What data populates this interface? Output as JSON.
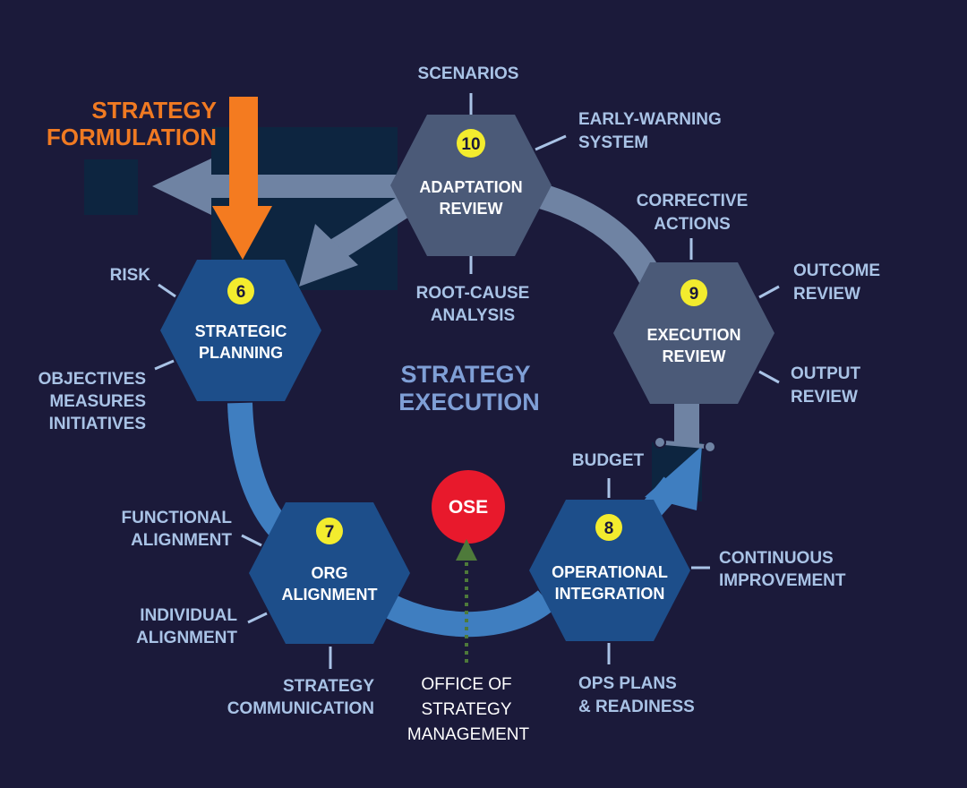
{
  "center_label": [
    "STRATEGY",
    "EXECUTION"
  ],
  "formulation_label": [
    "STRATEGY",
    "FORMULATION"
  ],
  "ose": {
    "label": "OSE",
    "description": [
      "OFFICE OF",
      "STRATEGY",
      "MANAGEMENT"
    ]
  },
  "colors": {
    "background": "#1b1a3a",
    "stage_blue": "#1d4e8a",
    "review_slate": "#4b5a78",
    "arrow_blue": "#3f7ec0",
    "arrow_slate": "#6f83a3",
    "number_badge": "#f3ec2e",
    "formulation_orange": "#f47b20",
    "ose_red": "#e8192c",
    "side_label": "#a9c3e6"
  },
  "stages": [
    {
      "number": "6",
      "title": [
        "STRATEGIC",
        "PLANNING"
      ],
      "labels": [
        [
          "RISK"
        ],
        [
          "OBJECTIVES",
          "MEASURES",
          "INITIATIVES"
        ]
      ]
    },
    {
      "number": "7",
      "title": [
        "ORG",
        "ALIGNMENT"
      ],
      "labels": [
        [
          "FUNCTIONAL",
          "ALIGNMENT"
        ],
        [
          "INDIVIDUAL",
          "ALIGNMENT"
        ],
        [
          "STRATEGY",
          "COMMUNICATION"
        ]
      ]
    },
    {
      "number": "8",
      "title": [
        "OPERATIONAL",
        "INTEGRATION"
      ],
      "labels": [
        [
          "BUDGET"
        ],
        [
          "CONTINUOUS",
          "IMPROVEMENT"
        ],
        [
          "OPS PLANS",
          "& READINESS"
        ]
      ]
    },
    {
      "number": "9",
      "title": [
        "EXECUTION",
        "REVIEW"
      ],
      "labels": [
        [
          "CORRECTIVE",
          "ACTIONS"
        ],
        [
          "OUTCOME",
          "REVIEW"
        ],
        [
          "OUTPUT",
          "REVIEW"
        ]
      ]
    },
    {
      "number": "10",
      "title": [
        "ADAPTATION",
        "REVIEW"
      ],
      "labels": [
        [
          "SCENARIOS"
        ],
        [
          "EARLY-WARNING",
          "SYSTEM"
        ],
        [
          "ROOT-CAUSE",
          "ANALYSIS"
        ]
      ]
    }
  ]
}
